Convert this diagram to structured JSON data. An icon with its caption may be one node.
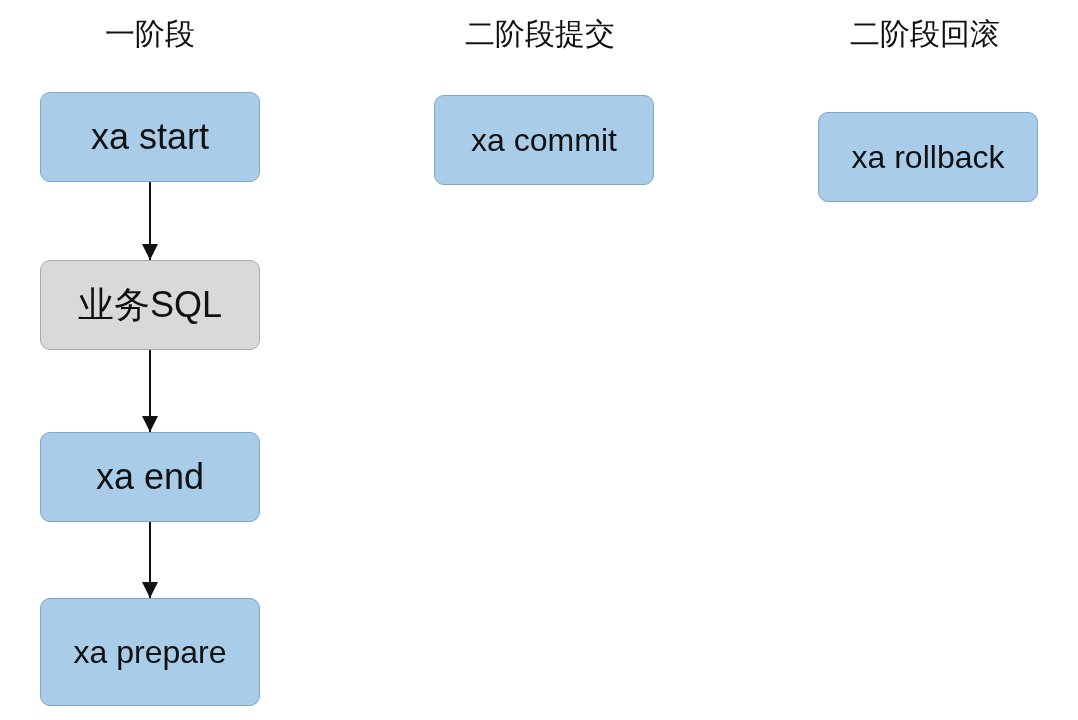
{
  "diagram": {
    "nodes": [
      {
        "text": [
          "xa start"
        ]
      },
      {
        "text": [
          "业务SQL"
        ]
      },
      {
        "text": [
          "xa end"
        ]
      },
      {
        "text": [
          "xa prepare"
        ]
      },
      {
        "text": [
          "xa commit"
        ]
      },
      {
        "text": [
          "xa rollback"
        ]
      }
    ],
    "edges": [
      {
        "from": 0,
        "to": 1,
        "arrow": "to"
      },
      {
        "from": 1,
        "to": 2,
        "arrow": "to"
      },
      {
        "from": 2,
        "to": 3,
        "arrow": "to"
      }
    ],
    "labels": [
      "一阶段",
      "二阶段提交",
      "二阶段回滚"
    ]
  }
}
